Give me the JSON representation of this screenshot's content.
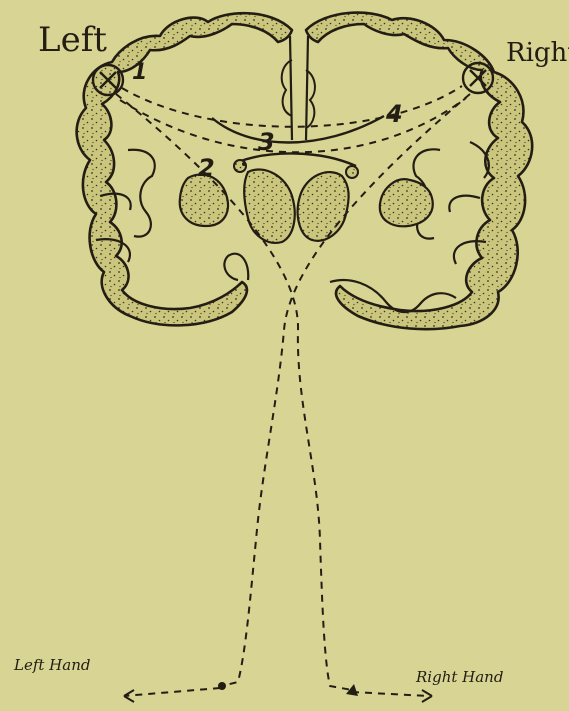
{
  "labels": {
    "left": "Left",
    "right": "Right",
    "left_hand": "Left Hand",
    "right_hand": "Right Hand"
  },
  "markers": [
    "1",
    "2",
    "3",
    "4"
  ],
  "colors": {
    "paper": "#d8d493",
    "ink": "#231d14",
    "tissue": "#cbc67d"
  }
}
